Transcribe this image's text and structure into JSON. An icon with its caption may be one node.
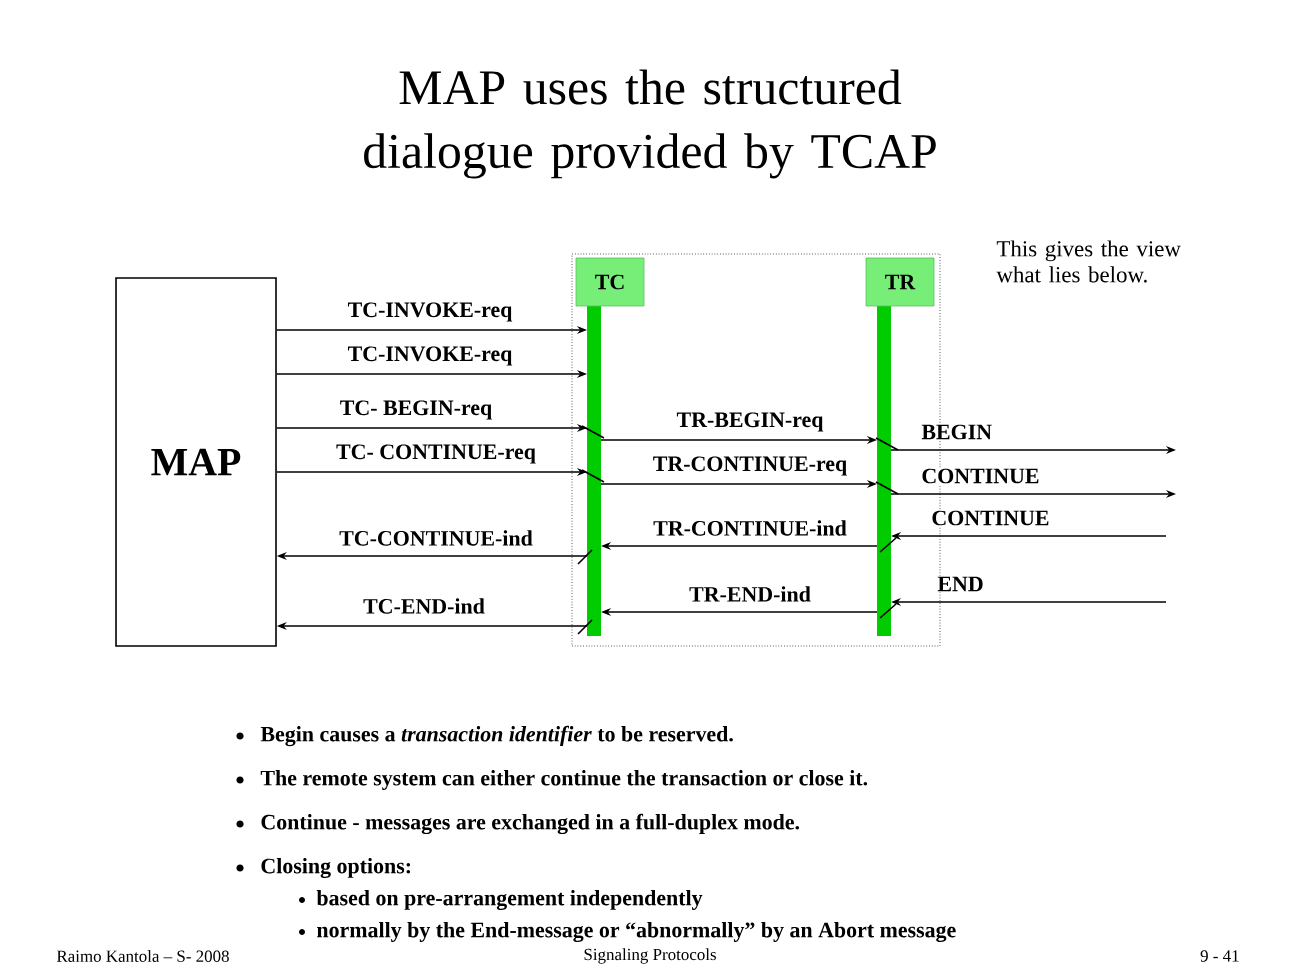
{
  "diagram": {
    "title": "MAP uses the structured dialogue provided by TCAP",
    "nodes": [
      {
        "text": [
          "MAP"
        ]
      },
      {
        "text": [],
        "shape": "box"
      },
      {
        "text": [
          "TC"
        ],
        "in": 1
      },
      {
        "text": [
          "TR"
        ],
        "in": 1
      }
    ],
    "edges": [
      {
        "from": 0,
        "to": 2,
        "arrow": "to",
        "label": "TC-INVOKE-req"
      },
      {
        "from": 0,
        "to": 2,
        "arrow": "to",
        "label": "TC-INVOKE-req"
      },
      {
        "from": 0,
        "to": 2,
        "arrow": "to",
        "label": "TC- BEGIN-req"
      },
      {
        "from": 0,
        "to": 2,
        "arrow": "to",
        "label": "TC- CONTINUE-req"
      },
      {
        "from": 2,
        "to": 3,
        "arrow": "to",
        "label": "TR-BEGIN-req"
      },
      {
        "from": 2,
        "to": 3,
        "arrow": "to",
        "label": "TR-CONTINUE-req"
      },
      {
        "from": 3,
        "to": null,
        "arrow": "to",
        "label": "BEGIN"
      },
      {
        "from": 3,
        "to": null,
        "arrow": "to",
        "label": "CONTINUE"
      },
      {
        "from": null,
        "to": 3,
        "arrow": "to",
        "label": "CONTINUE"
      },
      {
        "from": 3,
        "to": 2,
        "arrow": "to",
        "label": "TR-CONTINUE-ind"
      },
      {
        "from": null,
        "to": 3,
        "arrow": "to",
        "label": "END"
      },
      {
        "from": 3,
        "to": 2,
        "arrow": "to",
        "label": "TR-END-ind"
      },
      {
        "from": 2,
        "to": 0,
        "arrow": "to",
        "label": "TC-CONTINUE-ind"
      },
      {
        "from": 2,
        "to": 0,
        "arrow": "to",
        "label": "TC-END-ind"
      }
    ],
    "labels": [
      "This gives the view what lies below.",
      "Begin causes a *transaction identifier* to be reserved.",
      "The remote system can either continue the transaction or close it.",
      "Continue - messages are exchanged in a full-duplex mode.",
      "Closing options:",
      "based on pre-arrangement independently",
      "normally by the End-message or “abnormally” by an Abort message",
      "Raimo Kantola – S- 2008",
      "Signaling Protocols",
      "9 - 41"
    ]
  }
}
